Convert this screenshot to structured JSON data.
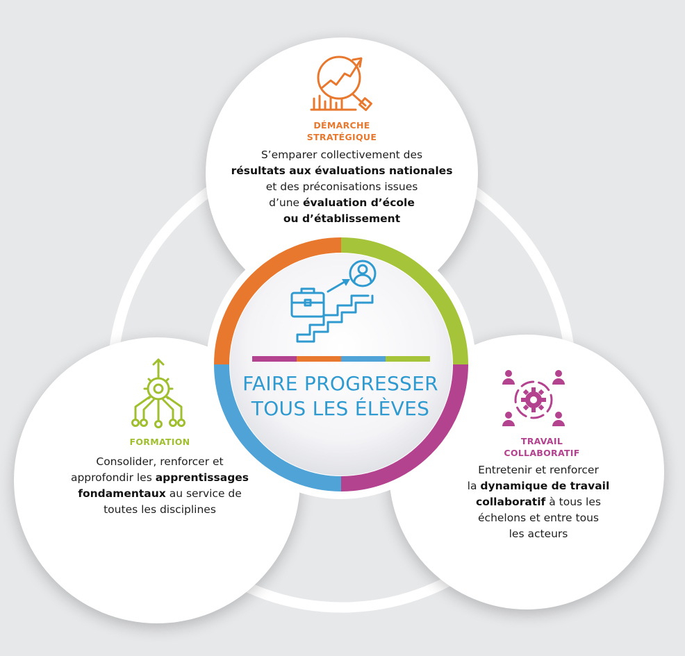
{
  "center": {
    "title_line1": "FAIRE PROGRESSER",
    "title_line2": "TOUS LES ÉLÈVES",
    "icon": "career-stairs-icon"
  },
  "pillars": {
    "top": {
      "icon": "growth-chart-icon",
      "label_line1": "DÉMARCHE",
      "label_line2": "STRATÉGIQUE",
      "color": "#e8782e",
      "text": {
        "l1": "S’emparer collectivement des",
        "l2_bold": "résultats aux évaluations nationales",
        "l3": "et des préconisations issues",
        "l4_a": "d’une ",
        "l4_bold": "évaluation d’école",
        "l5_bold": "ou d’établissement"
      }
    },
    "left": {
      "icon": "gear-network-icon",
      "label": "FORMATION",
      "color": "#a0bf2e",
      "text": {
        "l1": "Consolider, renforcer et",
        "l2_a": "approfondir les ",
        "l2_bold": "apprentissages",
        "l3_bold": "fondamentaux",
        "l3_b": " au service de",
        "l4": "toutes les disciplines"
      }
    },
    "right": {
      "icon": "team-gear-icon",
      "label_line1": "TRAVAIL",
      "label_line2": "COLLABORATIF",
      "color": "#b3428f",
      "text": {
        "l1": "Entretenir et renforcer",
        "l2_a": "la ",
        "l2_bold": "dynamique de travail",
        "l3_bold": "collaboratif",
        "l3_b": " à tous les",
        "l4": "échelons et entre tous",
        "l5": "les acteurs"
      }
    }
  },
  "colors": {
    "orange": "#e8782e",
    "green": "#a0bf2e",
    "magenta": "#b3428f",
    "blue": "#2f9ad0"
  }
}
